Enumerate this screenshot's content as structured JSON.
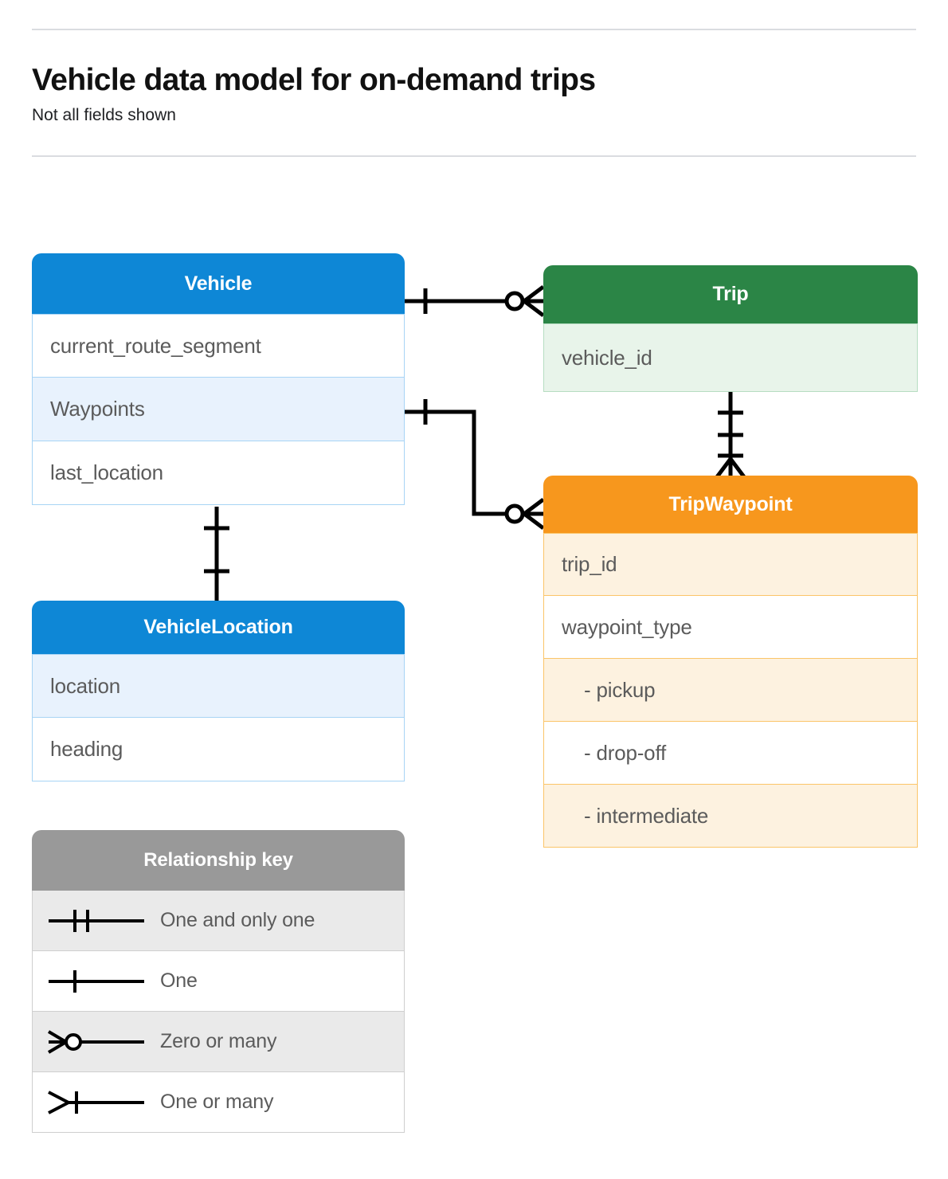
{
  "header": {
    "title": "Vehicle data model for on-demand trips",
    "subtitle": "Not all fields shown"
  },
  "colors": {
    "blue": "#0e87d6",
    "blue_row": "#e8f2fd",
    "blue_border": "#a8d4f5",
    "green": "#2b8546",
    "green_row": "#e8f4ea",
    "green_border": "#b6ddc2",
    "orange": "#f7971d",
    "orange_row": "#fdf2e0",
    "orange_border": "#fbc569",
    "gray": "#999999",
    "gray_row": "#eaeaea",
    "rule": "#dadce0",
    "field_text": "#5b5b5b",
    "connector": "#000000"
  },
  "entities": {
    "vehicle": {
      "name": "Vehicle",
      "fields": [
        {
          "label": "current_route_segment",
          "highlighted": false
        },
        {
          "label": "Waypoints",
          "highlighted": true
        },
        {
          "label": "last_location",
          "highlighted": false
        }
      ]
    },
    "vehicle_location": {
      "name": "VehicleLocation",
      "fields": [
        {
          "label": "location",
          "highlighted": true
        },
        {
          "label": "heading",
          "highlighted": false
        }
      ]
    },
    "trip": {
      "name": "Trip",
      "fields": [
        {
          "label": "vehicle_id",
          "highlighted": true
        }
      ]
    },
    "trip_waypoint": {
      "name": "TripWaypoint",
      "fields": [
        {
          "label": "trip_id",
          "highlighted": true,
          "indent": false
        },
        {
          "label": "waypoint_type",
          "highlighted": false,
          "indent": false
        },
        {
          "label": "-  pickup",
          "highlighted": true,
          "indent": true
        },
        {
          "label": "-  drop-off",
          "highlighted": false,
          "indent": true
        },
        {
          "label": "-  intermediate",
          "highlighted": true,
          "indent": true
        }
      ]
    }
  },
  "legend": {
    "title": "Relationship key",
    "rows": [
      {
        "label": "One and only one",
        "symbol": "one-and-only-one-symbol"
      },
      {
        "label": "One",
        "symbol": "one-symbol"
      },
      {
        "label": "Zero or many",
        "symbol": "zero-or-many-symbol"
      },
      {
        "label": "One or many",
        "symbol": "one-or-many-symbol"
      }
    ]
  },
  "relationships": [
    {
      "from": "Vehicle",
      "to": "Trip",
      "from_cardinality": "One",
      "to_cardinality": "Zero or many"
    },
    {
      "from": "Vehicle.Waypoints",
      "to": "TripWaypoint",
      "from_cardinality": "One",
      "to_cardinality": "Zero or many"
    },
    {
      "from": "Vehicle",
      "to": "VehicleLocation",
      "from_cardinality": "One",
      "to_cardinality": "One"
    },
    {
      "from": "Trip",
      "to": "TripWaypoint",
      "from_cardinality": "One and only one",
      "to_cardinality": "One or many"
    }
  ]
}
